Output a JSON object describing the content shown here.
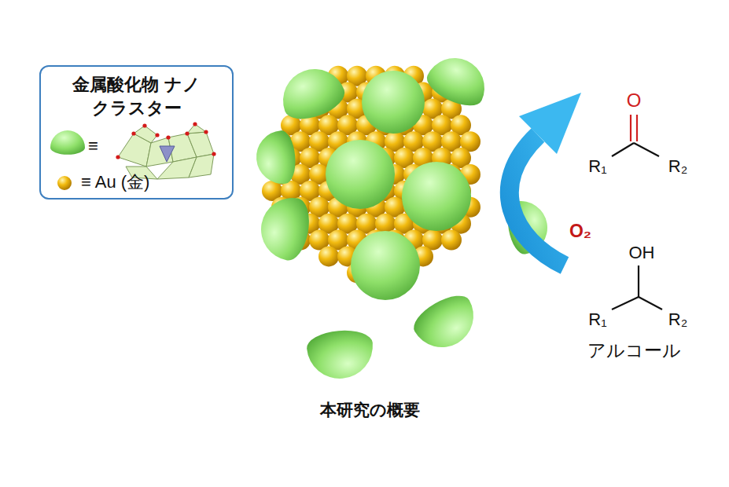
{
  "diagram": {
    "caption": "本研究の概要",
    "nodes": [
      {
        "text": [
          "金属酸化物 ナノクラスター"
        ]
      }
    ],
    "labels": [
      "O",
      "R₁",
      "R₂",
      "O₂",
      "OH",
      "R₁",
      "R₂",
      "アルコール"
    ],
    "legend": [
      {
        "text": "≡"
      },
      {
        "text": "≡ Au (金)"
      }
    ]
  }
}
